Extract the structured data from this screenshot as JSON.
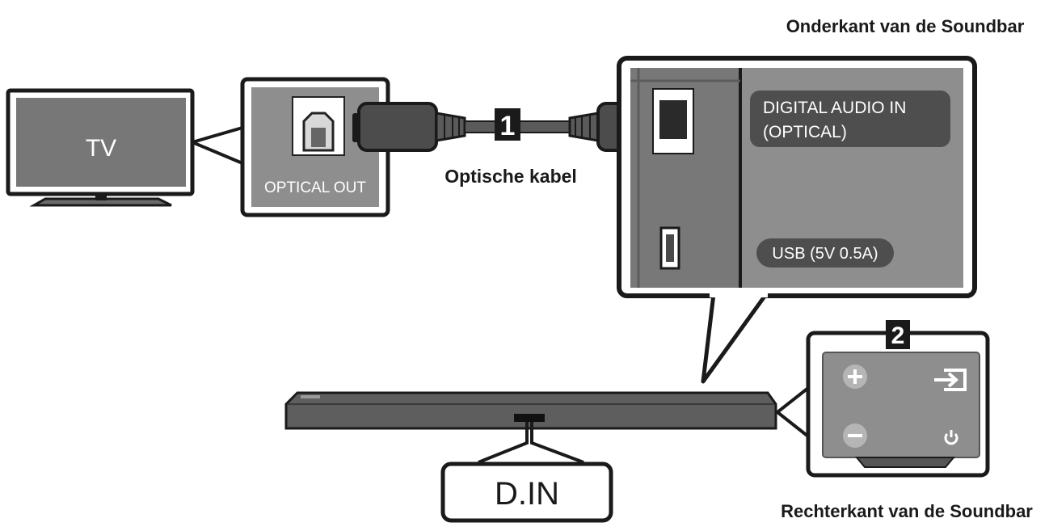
{
  "labels": {
    "bottom_title": "Onderkant van de Soundbar",
    "tv": "TV",
    "optical_out": "OPTICAL OUT",
    "cable": "Optische kabel",
    "step1": "1",
    "step2": "2",
    "digital_in_line1": "DIGITAL AUDIO IN",
    "digital_in_line2": "(OPTICAL)",
    "usb": "USB (5V 0.5A)",
    "din": "D.IN",
    "right_title": "Rechterkant van de Soundbar"
  },
  "colors": {
    "panel_grey": "#8a8a8a",
    "dark_grey": "#4a4a4a",
    "soundbar": "#5a5a5a",
    "outline": "#1a1a1a"
  },
  "icons": [
    "plus-icon",
    "minus-icon",
    "input-source-icon",
    "power-icon",
    "optical-port-icon",
    "usb-port-icon"
  ]
}
